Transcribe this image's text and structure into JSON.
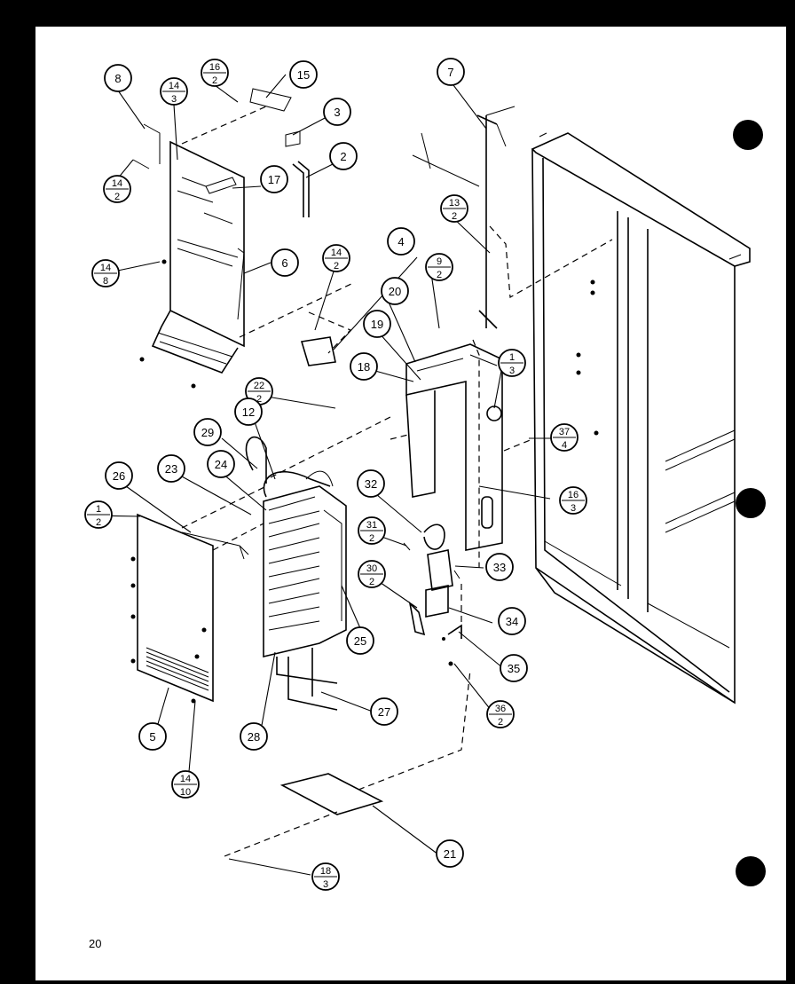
{
  "page_number": "20",
  "callouts": [
    {
      "id": "c8",
      "label": "8"
    },
    {
      "id": "c16-2",
      "num": "16",
      "den": "2"
    },
    {
      "id": "c15",
      "label": "15"
    },
    {
      "id": "c14-3",
      "num": "14",
      "den": "3"
    },
    {
      "id": "c3",
      "label": "3"
    },
    {
      "id": "c7",
      "label": "7"
    },
    {
      "id": "c2",
      "label": "2"
    },
    {
      "id": "c17",
      "label": "17"
    },
    {
      "id": "c14-2a",
      "num": "14",
      "den": "2"
    },
    {
      "id": "c13-2",
      "num": "13",
      "den": "2"
    },
    {
      "id": "c4",
      "label": "4"
    },
    {
      "id": "c14-8",
      "num": "14",
      "den": "8"
    },
    {
      "id": "c6",
      "label": "6"
    },
    {
      "id": "c14-2b",
      "num": "14",
      "den": "2"
    },
    {
      "id": "c9-2",
      "num": "9",
      "den": "2"
    },
    {
      "id": "c20",
      "label": "20"
    },
    {
      "id": "c19",
      "label": "19"
    },
    {
      "id": "c18",
      "label": "18"
    },
    {
      "id": "c1-3",
      "num": "1",
      "den": "3"
    },
    {
      "id": "c22-2",
      "num": "22",
      "den": "2"
    },
    {
      "id": "c12",
      "label": "12"
    },
    {
      "id": "c37-4",
      "num": "37",
      "den": "4"
    },
    {
      "id": "c29",
      "label": "29"
    },
    {
      "id": "c26",
      "label": "26"
    },
    {
      "id": "c23",
      "label": "23"
    },
    {
      "id": "c24",
      "label": "24"
    },
    {
      "id": "c32",
      "label": "32"
    },
    {
      "id": "c16-3",
      "num": "16",
      "den": "3"
    },
    {
      "id": "c1-2",
      "num": "1",
      "den": "2"
    },
    {
      "id": "c31-2",
      "num": "31",
      "den": "2"
    },
    {
      "id": "c33",
      "label": "33"
    },
    {
      "id": "c30-2",
      "num": "30",
      "den": "2"
    },
    {
      "id": "c34",
      "label": "34"
    },
    {
      "id": "c25",
      "label": "25"
    },
    {
      "id": "c35",
      "label": "35"
    },
    {
      "id": "c27",
      "label": "27"
    },
    {
      "id": "c36-2",
      "num": "36",
      "den": "2"
    },
    {
      "id": "c5",
      "label": "5"
    },
    {
      "id": "c28",
      "label": "28"
    },
    {
      "id": "c14-10",
      "num": "14",
      "den": "10"
    },
    {
      "id": "c21",
      "label": "21"
    },
    {
      "id": "c18-3",
      "num": "18",
      "den": "3"
    }
  ]
}
